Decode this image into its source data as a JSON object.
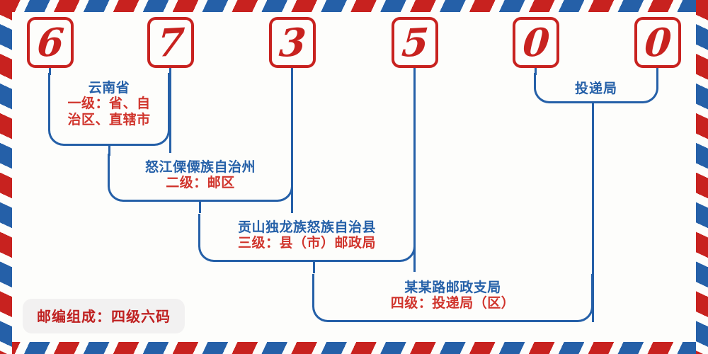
{
  "envelope": {
    "background_color": "#fdfdfb",
    "border_colors": {
      "red": "#c8221f",
      "blue": "#2560a8",
      "white": "#fdfdfb"
    }
  },
  "postal_code": {
    "digits": [
      "6",
      "7",
      "3",
      "5",
      "0",
      "0"
    ],
    "digit_color": "#c8221f"
  },
  "delivery_label": "投递局",
  "levels": [
    {
      "name": "云南省",
      "desc_line1": "一级：省、自",
      "desc_line2": "治区、直辖市",
      "name_color": "#2560a8",
      "desc_color": "#d0342c"
    },
    {
      "name": "怒江傈僳族自治州",
      "desc_line1": "二级：邮区",
      "desc_line2": "",
      "name_color": "#2560a8",
      "desc_color": "#d0342c"
    },
    {
      "name": "贡山独龙族怒族自治县",
      "desc_line1": "三级：县（市）邮政局",
      "desc_line2": "",
      "name_color": "#2560a8",
      "desc_color": "#d0342c"
    },
    {
      "name": "某某路邮政支局",
      "desc_line1": "四级：投递局（区）",
      "desc_line2": "",
      "name_color": "#2560a8",
      "desc_color": "#d0342c"
    }
  ],
  "badge": {
    "text": "邮编组成：四级六码",
    "text_color": "#bf2020",
    "background_color": "#f2f1f1"
  }
}
